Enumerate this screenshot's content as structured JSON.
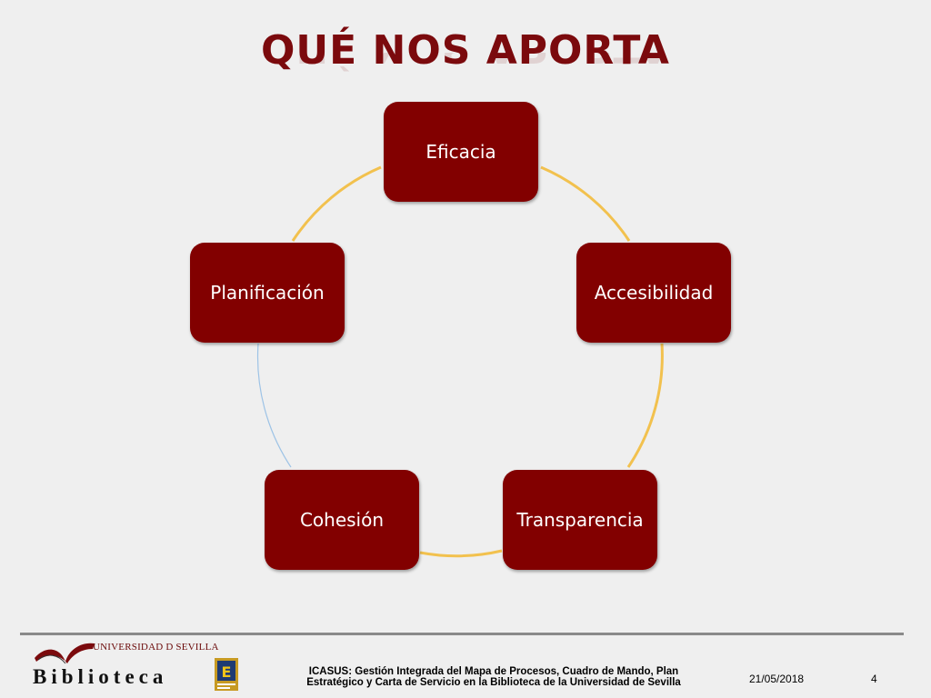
{
  "slide": {
    "title": "QUÉ NOS APORTA"
  },
  "cycle": {
    "nodes": [
      {
        "label": "Eficacia"
      },
      {
        "label": "Accesibilidad"
      },
      {
        "label": "Transparencia"
      },
      {
        "label": "Cohesión"
      },
      {
        "label": "Planificación"
      }
    ],
    "arrow_colors": [
      "#f2c14e",
      "#f2c14e",
      "#f2c14e",
      "#9dc3e6",
      "#f2c14e"
    ]
  },
  "footer": {
    "logo_subtitle": "UNIVERSIDAD D SEVILLA",
    "logo_title": "Biblioteca",
    "seal_letter": "E",
    "caption_line1": "ICASUS: Gestión Integrada del Mapa de Procesos, Cuadro de Mando, Plan",
    "caption_line2": "Estratégico y Carta de Servicio en la Biblioteca de la Universidad de Sevilla",
    "date": "21/05/2018",
    "page": "4"
  }
}
